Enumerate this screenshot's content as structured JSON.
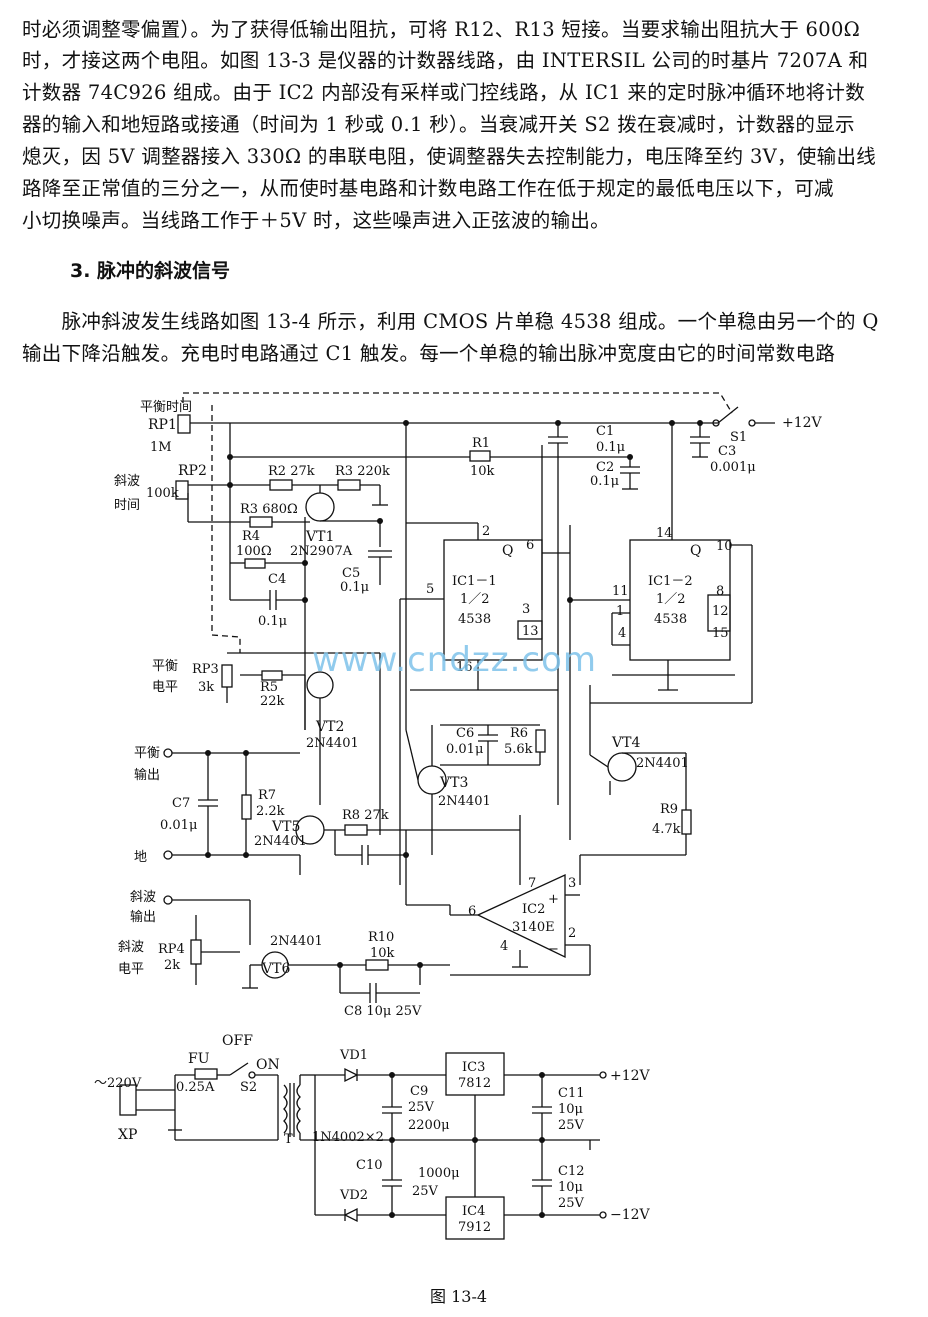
{
  "text": {
    "para1": [
      "时必须调整零偏置）。为了获得低输出阻抗，可将 R12、R13 短接。当要求输出阻抗大于 600Ω",
      "时，才接这两个电阻。如图 13-3 是仪器的计数器线路，由 INTERSIL 公司的时基片 7207A 和",
      "计数器 74C926 组成。由于 IC2 内部没有采样或门控线路，从 IC1 来的定时脉冲循环地将计数",
      "器的输入和地短路或接通（时间为 1 秒或 0.1 秒）。当衰减开关 S2 拨在衰减时，计数器的显示",
      "熄灭，因 5V 调整器接入 330Ω 的串联电阻，使调整器失去控制能力，电压降至约 3V，使输出线",
      "路降至正常值的三分之一，从而使时基电路和计数电路工作在低于规定的最低电压以下，可减",
      "小切换噪声。当线路工作于＋5V 时，这些噪声进入正弦波的输出。"
    ],
    "heading": "3. 脉冲的斜波信号",
    "para2": [
      "　　脉冲斜波发生线路如图 13-4 所示，利用 CMOS 片单稳 4538 组成。一个单稳由另一个的 Q",
      "输出下降沿触发。充电时电路通过 C1 触发。每一个单稳的输出脉冲宽度由它的时间常数电路"
    ],
    "watermark": "www.cndzz.com",
    "caption": "图 13-4"
  },
  "schematic": {
    "labels": {
      "rp1_a": "平衡时间",
      "rp1_b": "RP1",
      "rp1_c": "1M",
      "rp2_a": "RP2",
      "rp2_b": "100k",
      "rp2_c": "斜波",
      "rp2_d": "时间",
      "r2": "R2 27k",
      "r3a": "R3  220k",
      "r3b": "R3 680Ω",
      "r4": "R4",
      "r4v": "100Ω",
      "vt1": "VT1",
      "vt1t": "2N2907A",
      "c4": "C4",
      "c4v": "0.1μ",
      "c5": "C5",
      "c5v": "0.1μ",
      "r1": "R1",
      "r1v": "10k",
      "c1": "C1",
      "c1v": "0.1μ",
      "c2": "C2",
      "c2v": "0.1μ",
      "c3": "C3",
      "c3v": "0.001μ",
      "s1": "S1",
      "v12": "+12V",
      "ic11a": "IC1－1",
      "ic11b": "1／2",
      "ic11c": "4538",
      "ic12a": "IC1－2",
      "ic12b": "1／2",
      "ic12c": "4538",
      "q": "Q",
      "p2": "2",
      "p6": "6",
      "p5": "5",
      "p3": "3",
      "p13": "13",
      "p16": "16",
      "p14": "14",
      "p10": "10",
      "p11": "11",
      "p1": "1",
      "p4": "4",
      "p8": "8",
      "p12": "12",
      "p15": "15",
      "rp3a": "平衡",
      "rp3b": "电平",
      "rp3": "RP3",
      "rp3v": "3k",
      "r5": "R5",
      "r5v": "22k",
      "vt2": "VT2",
      "vt2t": "2N4401",
      "c6": "C6",
      "c6v": "0.01μ",
      "r6": "R6",
      "r6v": "5.6k",
      "vt3": "VT3",
      "vt3t": "2N4401",
      "vt4": "VT4",
      "vt4t": "2N4401",
      "out_a": "平衡",
      "out_b": "输出",
      "c7": "C7",
      "c7v": "0.01μ",
      "r7": "R7",
      "r7v": "2.2k",
      "vt5": "VT5",
      "vt5t": "2N4401",
      "r8": "R8  27k",
      "r9": "R9",
      "r9v": "4.7k",
      "gnd": "地",
      "rout_a": "斜波",
      "rout_b": "输出",
      "ic2": "IC2",
      "ic2t": "3140E",
      "p7": "7",
      "p6b": "6",
      "p4b": "4",
      "p3b": "3",
      "p2b": "2",
      "plus": "+",
      "minus": "−",
      "rp4a": "斜波",
      "rp4b": "电平",
      "rp4": "RP4",
      "rp4v": "2k",
      "vt6t": "2N4401",
      "vt6": "VT6",
      "r10": "R10",
      "r10v": "10k",
      "c8": "C8  10μ  25V",
      "off": "OFF",
      "on": "ON",
      "fu": "FU",
      "fuv": "0.25A",
      "s2": "S2",
      "ac": "～220V",
      "xp": "XP",
      "t": "T",
      "vd1": "VD1",
      "vd2": "VD2",
      "diodes": "1N4002×2",
      "c9": "C9",
      "c9a": "25V",
      "c9b": "2200μ",
      "c10": "C10",
      "c10a": "1000μ",
      "c10b": "25V",
      "ic3": "IC3",
      "ic3t": "7812",
      "ic4": "IC4",
      "ic4t": "7912",
      "c11": "C11",
      "c11a": "10μ",
      "c11b": "25V",
      "c12": "C12",
      "c12a": "10μ",
      "c12b": "25V",
      "pos12": "+12V",
      "neg12": "−12V"
    }
  }
}
